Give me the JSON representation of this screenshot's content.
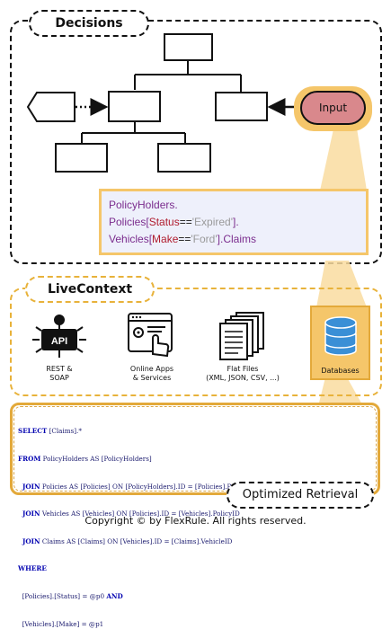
{
  "decisions": {
    "label": "Decisions"
  },
  "input_node": {
    "label": "Input"
  },
  "expression": {
    "line1": "PolicyHolders.",
    "line2_pre": "Policies[",
    "line2_key": "Status",
    "line2_op": "==",
    "line2_val": "'Expired'",
    "line2_post": "].",
    "line3_pre": "Vehicles[",
    "line3_key": "Make",
    "line3_op": "==",
    "line3_val": "'Ford'",
    "line3_post": "].Claims"
  },
  "live_context": {
    "label": "LiveContext"
  },
  "sources": [
    {
      "line1": "REST &",
      "line2": "SOAP",
      "icon_text": "API"
    },
    {
      "line1": "Online Apps",
      "line2": "& Services"
    },
    {
      "line1": "Flat Files",
      "line2": "(XML, JSON, CSV, ...)"
    },
    {
      "line1": "Databases",
      "line2": ""
    }
  ],
  "sql": {
    "lines": [
      {
        "kw": "SELECT",
        "rest": " [Claims].*"
      },
      {
        "kw": "FROM",
        "rest": " PolicyHolders AS [PolicyHolders]"
      },
      {
        "kw": "  JOIN",
        "rest": " Policies AS [Policies] ON [PolicyHolders].ID = [Policies].PolicyHolderID"
      },
      {
        "kw": "  JOIN",
        "rest": " Vehicles AS [Vehicles] ON [Policies].ID = [Vehicles].PolicyID"
      },
      {
        "kw": "  JOIN",
        "rest": " Claims AS [Claims] ON [Vehicles].ID = [Claims].VehicleID"
      },
      {
        "kw": "WHERE",
        "rest": ""
      },
      {
        "kw": "",
        "rest": "  [Policies].[Status] = @p0 ",
        "kw2": "AND"
      },
      {
        "kw": "",
        "rest": "  [Vehicles].[Make] = @p1"
      }
    ]
  },
  "optimized": {
    "label": "Optimized Retrieval"
  },
  "copyright": {
    "text": "Copyright © by FlexRule. All rights reserved."
  },
  "colors": {
    "input_fill": "#d9888c",
    "highlight": "#f5c66a",
    "expression_bg": "#eef0fb",
    "keyword_red": "#b01c2e",
    "value_gray": "#9a9a9a",
    "db_blue": "#3a8fd6"
  }
}
